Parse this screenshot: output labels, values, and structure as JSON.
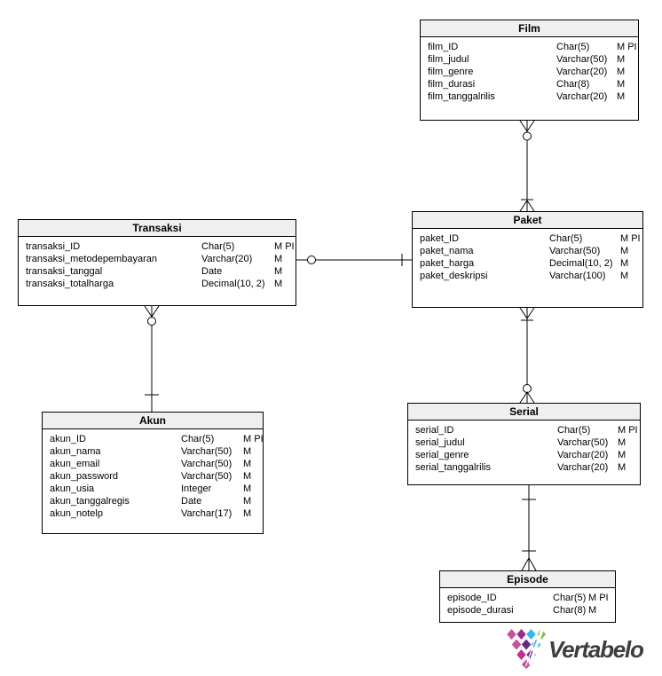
{
  "diagram": {
    "tables": [
      {
        "name": "Film",
        "columns": [
          {
            "name": "film_ID",
            "type": "Char(5)",
            "flags": "M PI"
          },
          {
            "name": "film_judul",
            "type": "Varchar(50)",
            "flags": "M"
          },
          {
            "name": "film_genre",
            "type": "Varchar(20)",
            "flags": "M"
          },
          {
            "name": "film_durasi",
            "type": "Char(8)",
            "flags": "M"
          },
          {
            "name": "film_tanggalrilis",
            "type": "Varchar(20)",
            "flags": "M"
          }
        ]
      },
      {
        "name": "Transaksi",
        "columns": [
          {
            "name": "transaksi_ID",
            "type": "Char(5)",
            "flags": "M PI"
          },
          {
            "name": "transaksi_metodepembayaran",
            "type": "Varchar(20)",
            "flags": "M"
          },
          {
            "name": "transaksi_tanggal",
            "type": "Date",
            "flags": "M"
          },
          {
            "name": "transaksi_totalharga",
            "type": "Decimal(10, 2)",
            "flags": "M"
          }
        ]
      },
      {
        "name": "Paket",
        "columns": [
          {
            "name": "paket_ID",
            "type": "Char(5)",
            "flags": "M PI"
          },
          {
            "name": "paket_nama",
            "type": "Varchar(50)",
            "flags": "M"
          },
          {
            "name": "paket_harga",
            "type": "Decimal(10, 2)",
            "flags": "M"
          },
          {
            "name": "paket_deskripsi",
            "type": "Varchar(100)",
            "flags": "M"
          }
        ]
      },
      {
        "name": "Akun",
        "columns": [
          {
            "name": "akun_ID",
            "type": "Char(5)",
            "flags": "M PI"
          },
          {
            "name": "akun_nama",
            "type": "Varchar(50)",
            "flags": "M"
          },
          {
            "name": "akun_email",
            "type": "Varchar(50)",
            "flags": "M"
          },
          {
            "name": "akun_password",
            "type": "Varchar(50)",
            "flags": "M"
          },
          {
            "name": "akun_usia",
            "type": "Integer",
            "flags": "M"
          },
          {
            "name": "akun_tanggalregis",
            "type": "Date",
            "flags": "M"
          },
          {
            "name": "akun_notelp",
            "type": "Varchar(17)",
            "flags": "M"
          }
        ]
      },
      {
        "name": "Serial",
        "columns": [
          {
            "name": "serial_ID",
            "type": "Char(5)",
            "flags": "M PI"
          },
          {
            "name": "serial_judul",
            "type": "Varchar(50)",
            "flags": "M"
          },
          {
            "name": "serial_genre",
            "type": "Varchar(20)",
            "flags": "M"
          },
          {
            "name": "serial_tanggalrilis",
            "type": "Varchar(20)",
            "flags": "M"
          }
        ]
      },
      {
        "name": "Episode",
        "columns": [
          {
            "name": "episode_ID",
            "type": "Char(5)",
            "flags": "M PI"
          },
          {
            "name": "episode_durasi",
            "type": "Char(8)",
            "flags": "M"
          }
        ]
      }
    ],
    "relationships": [
      {
        "from": "Film",
        "to": "Paket",
        "from_end": "zero-or-many",
        "to_end": "one-or-many"
      },
      {
        "from": "Transaksi",
        "to": "Paket",
        "from_end": "zero-or-one",
        "to_end": "one"
      },
      {
        "from": "Transaksi",
        "to": "Akun",
        "from_end": "zero-or-many",
        "to_end": "one"
      },
      {
        "from": "Paket",
        "to": "Serial",
        "from_end": "one-or-many",
        "to_end": "zero-or-many"
      },
      {
        "from": "Serial",
        "to": "Episode",
        "from_end": "one",
        "to_end": "one-or-many"
      }
    ]
  },
  "branding": {
    "logo_text": "Vertabelo"
  },
  "colors": {
    "table_header_bg": "#efefef",
    "table_border": "#000000",
    "logo_text": "#3c3c41",
    "logo_pink": "#c9519b",
    "logo_magenta": "#9c2c92",
    "logo_purple": "#5f2b86",
    "logo_cyan": "#35b8e5",
    "logo_green": "#7cc142"
  }
}
